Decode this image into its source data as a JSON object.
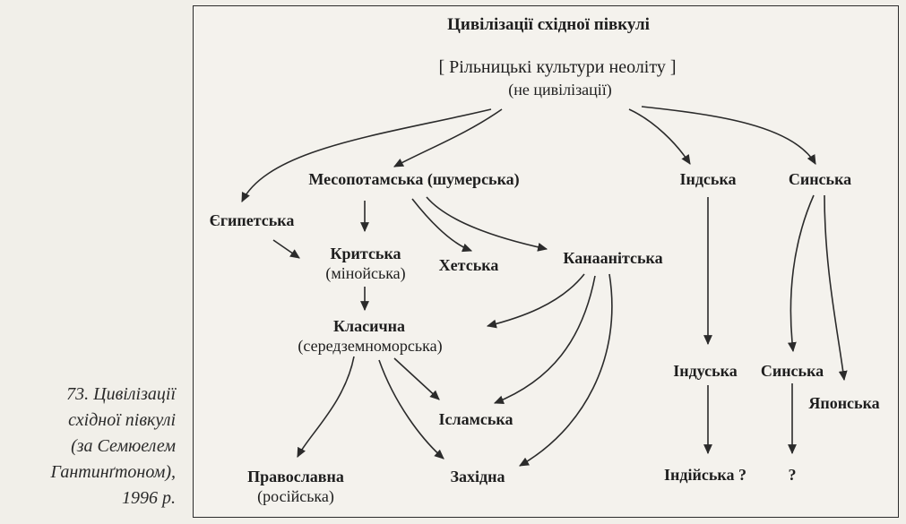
{
  "caption": {
    "lines": [
      "73. Цивілізації",
      "східної півкулі",
      "(за Семюелем",
      "Гантинґтоном),",
      "1996 р."
    ]
  },
  "diagram": {
    "title": "Цивілізації східної півкулі",
    "root": {
      "label": "[ Рільницькі культури неоліту ]",
      "sublabel": "(не цивілізації)"
    },
    "nodes": {
      "mesopotamian": "Месопотамська (шумерська)",
      "indian_indus": "Індська",
      "sinic": "Синська",
      "egyptian": "Єгипетська",
      "cretan": "Критська",
      "cretan_sub": "(мінойська)",
      "hittite": "Хетська",
      "canaanite": "Канаанітська",
      "classical": "Класична",
      "classical_sub": "(середземноморська)",
      "hindu": "Індуська",
      "sinic2": "Синська",
      "japanese": "Японська",
      "islamic": "Ісламська",
      "orthodox": "Православна",
      "orthodox_sub": "(російська)",
      "western": "Західна",
      "indian": "Індійська ?",
      "unknown": "?"
    },
    "edges": [
      [
        "root",
        "egyptian"
      ],
      [
        "root",
        "mesopotamian"
      ],
      [
        "root",
        "indian_indus"
      ],
      [
        "root",
        "sinic"
      ],
      [
        "mesopotamian",
        "cretan"
      ],
      [
        "mesopotamian",
        "hittite"
      ],
      [
        "mesopotamian",
        "canaanite"
      ],
      [
        "egyptian",
        "cretan"
      ],
      [
        "cretan",
        "classical"
      ],
      [
        "canaanite",
        "classical"
      ],
      [
        "canaanite",
        "islamic"
      ],
      [
        "canaanite",
        "western"
      ],
      [
        "classical",
        "orthodox"
      ],
      [
        "classical",
        "islamic"
      ],
      [
        "classical",
        "western"
      ],
      [
        "indian_indus",
        "hindu"
      ],
      [
        "hindu",
        "indian"
      ],
      [
        "sinic",
        "sinic2"
      ],
      [
        "sinic",
        "japanese"
      ],
      [
        "sinic2",
        "unknown"
      ]
    ]
  }
}
